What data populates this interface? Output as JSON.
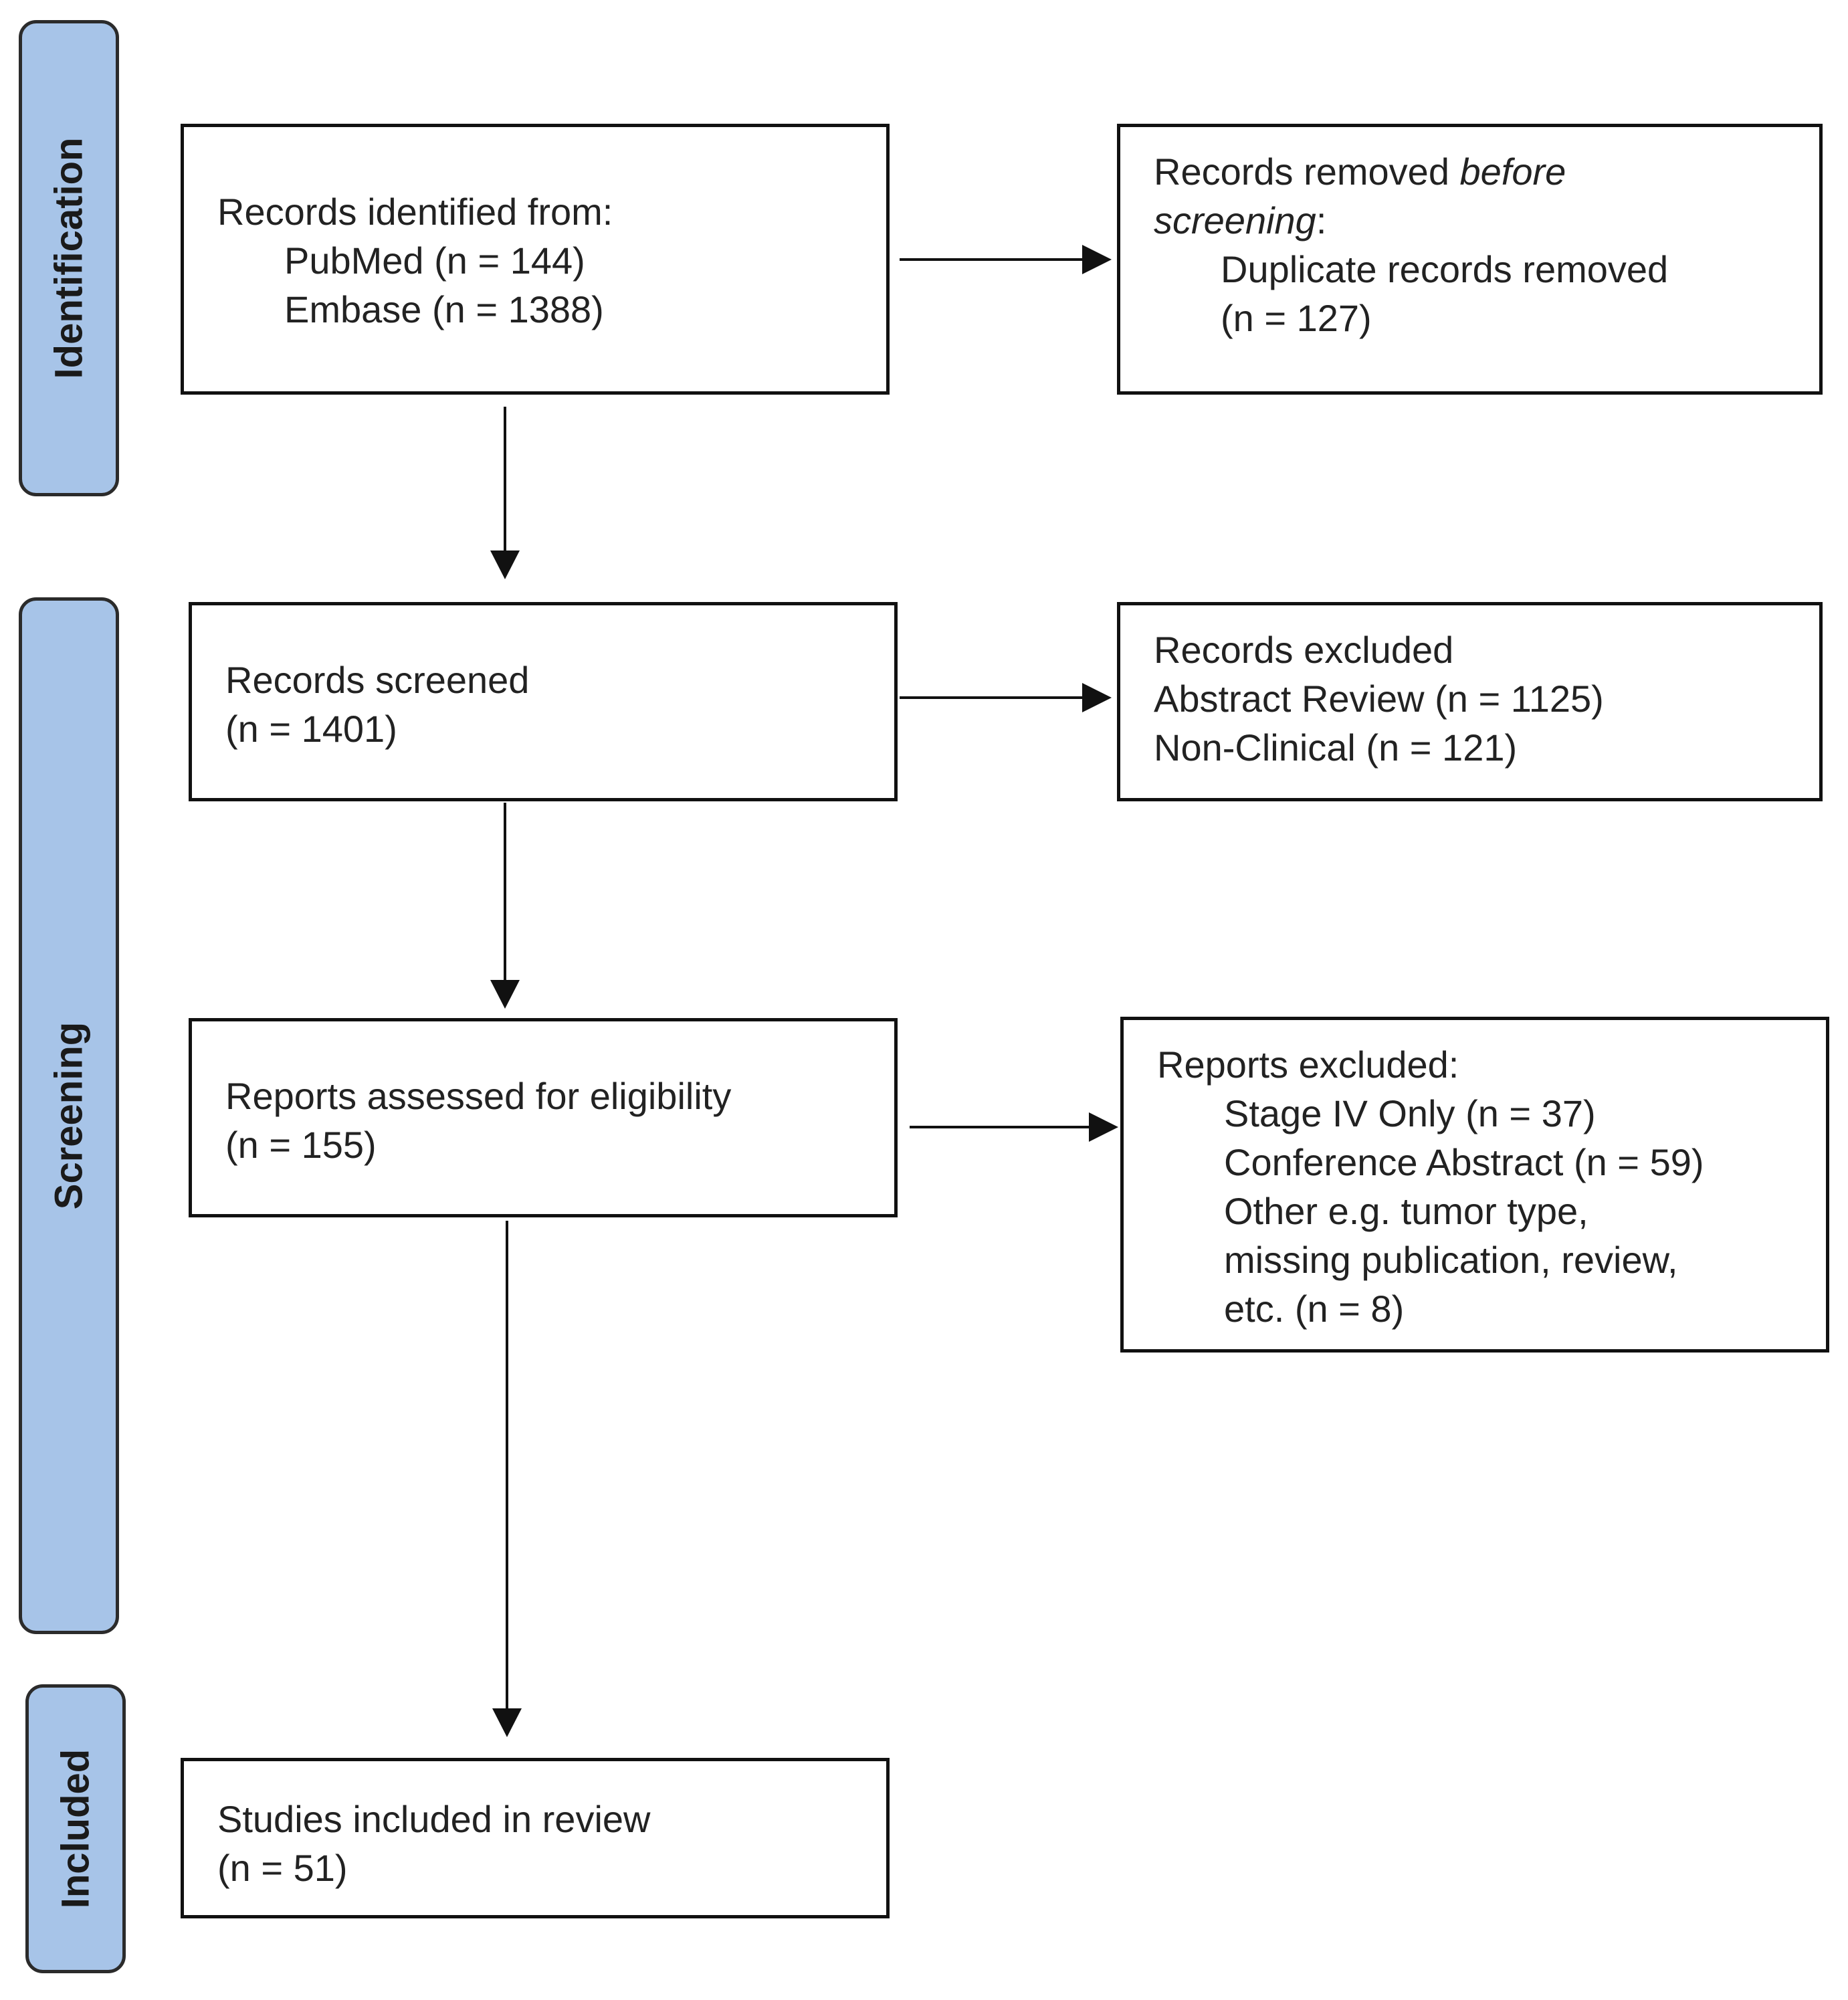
{
  "phases": {
    "identification": "Identification",
    "screening": "Screening",
    "included": "Included"
  },
  "identified": {
    "heading": "Records identified from:",
    "pubmed": "PubMed (n = 144)",
    "embase": "Embase (n = 1388)"
  },
  "removed": {
    "prefix": "Records removed ",
    "italic": "before",
    "italic2": "screening",
    "suffix": ":",
    "item": "Duplicate records removed",
    "count": "(n = 127)"
  },
  "screened": {
    "heading": "Records screened",
    "count": "(n = 1401)"
  },
  "excluded": {
    "heading": "Records excluded",
    "abstract_review": "Abstract Review (n = 1125)",
    "non_clinical": "Non-Clinical (n = 121)"
  },
  "assessed": {
    "heading": "Reports assessed for eligibility",
    "count": "(n = 155)"
  },
  "reports_excluded": {
    "heading": "Reports excluded:",
    "stage_iv": "Stage IV Only (n = 37)",
    "conference": "Conference Abstract (n = 59)",
    "other_1": "Other e.g. tumor type,",
    "other_2": "missing publication, review,",
    "other_3": "etc. (n = 8)"
  },
  "included_box": {
    "heading": "Studies included in review",
    "count": "(n = 51)"
  },
  "colors": {
    "phase_fill": "#a7c4e8",
    "phase_border": "#2b2b2b",
    "box_border": "#111111",
    "arrow": "#111111"
  }
}
